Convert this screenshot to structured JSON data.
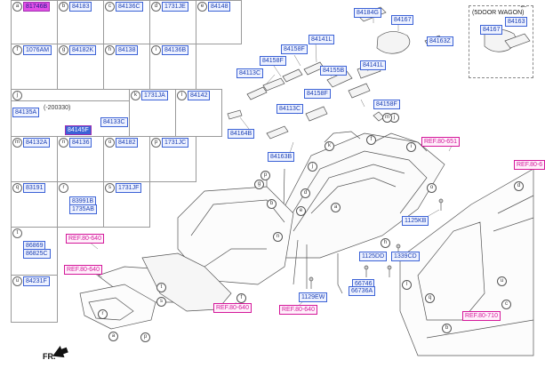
{
  "cells": [
    {
      "letter": "a",
      "part": "81746B",
      "hl": true
    },
    {
      "letter": "b",
      "part": "84183"
    },
    {
      "letter": "c",
      "part": "84136C"
    },
    {
      "letter": "d",
      "part": "1731JE"
    },
    {
      "letter": "e",
      "part": "84148"
    },
    {
      "letter": "f",
      "part": "1076AM"
    },
    {
      "letter": "g",
      "part": "84182K"
    },
    {
      "letter": "h",
      "part": "84138"
    },
    {
      "letter": "i",
      "part": "84136B"
    },
    {
      "letter": "k",
      "part": "1731JA"
    },
    {
      "letter": "l",
      "part": "84142"
    },
    {
      "letter": "m",
      "part": "84132A"
    },
    {
      "letter": "n",
      "part": "84136"
    },
    {
      "letter": "o",
      "part": "84182"
    },
    {
      "letter": "p",
      "part": "1731JC"
    },
    {
      "letter": "q",
      "part": "83191"
    },
    {
      "letter": "s",
      "part": "1731JF"
    },
    {
      "letter": "t",
      "part": ""
    },
    {
      "letter": "u",
      "part": "84231F"
    }
  ],
  "cell_j": {
    "letter": "j",
    "p1": "84135A",
    "p2": "(-200330)",
    "p3": "84145F",
    "p4": "84133C"
  },
  "cell_r": {
    "letter": "r",
    "p1": "83991B",
    "p2": "1735AB"
  },
  "cell_t_parts": [
    "86869",
    "86825C"
  ],
  "diagram_labels": {
    "l84184G": "84184G",
    "l84167": "84167",
    "l84163Z": "84163Z",
    "l84158F_a": "84158F",
    "l84141L_a": "84141L",
    "l84158F_b": "84158F",
    "l84113C_a": "84113C",
    "l84155B": "84155B",
    "l84141L_b": "84141L",
    "l84158F_c": "84158F",
    "l84158F_d": "84158F",
    "l84113C_b": "84113C",
    "l84164B": "84164B",
    "l84163B": "84163B",
    "l1125KB": "1125KB",
    "l1125DD": "1125DD",
    "l1339CD": "1339CD",
    "l66746": "66746",
    "l66736A": "66736A",
    "l1129EW": "1129EW",
    "ref1": "REF.80-651",
    "ref2": "REF.80-640",
    "ref3": "REF.80-640",
    "ref4": "REF.80-640",
    "ref5": "REF.80-640",
    "ref6": "REF.80-710",
    "ref7": "REF.80-6"
  },
  "wagon": {
    "title": "(5DOOR WAGON)",
    "part1": "84167",
    "part2": "84163"
  },
  "fr_label": "FR.",
  "bubbles": {
    "b_j1": "j",
    "b_k": "k",
    "b_f1": "f",
    "b_m": "m",
    "b_i": "i",
    "b_d": "d",
    "b_j2": "j",
    "b_g": "g",
    "b_p": "p",
    "b_d2": "d",
    "b_b": "b",
    "b_a": "a",
    "b_e": "e",
    "b_o": "o",
    "b_n": "n",
    "b_h": "h",
    "b_u": "u",
    "b_l": "l",
    "b_q": "q",
    "b_c": "c",
    "b_b2": "b",
    "b_t": "t",
    "b_f2": "f",
    "b_s": "s",
    "b_r": "r",
    "b_a2": "a",
    "b_p2": "p"
  }
}
